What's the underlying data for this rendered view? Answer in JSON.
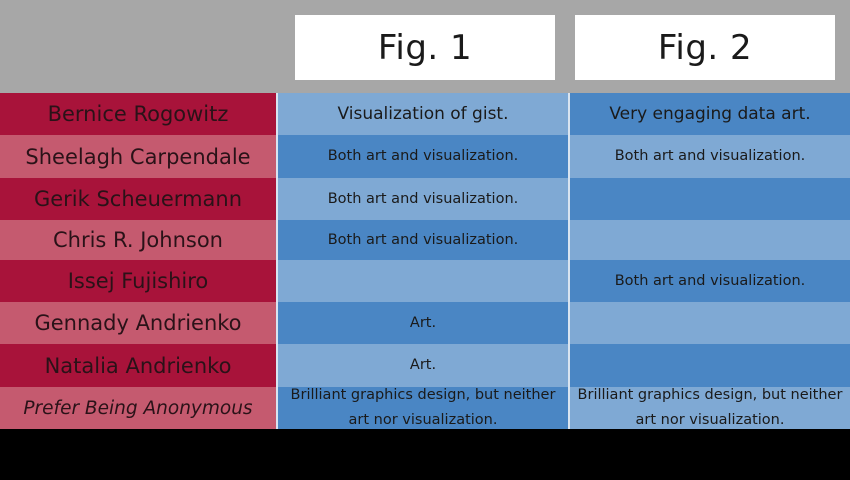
{
  "headers": {
    "fig1": "Fig. 1",
    "fig2": "Fig. 2"
  },
  "colors": {
    "header_bg": "#a7a7a7",
    "name_dark": "#a8133a",
    "name_light": "#c55a6f",
    "cell_light": "#7fa9d4",
    "cell_dark": "#4a86c4"
  },
  "rows": [
    {
      "name": "Bernice Rogowitz",
      "fig1": "Visualization of gist.",
      "fig2": "Very engaging data art."
    },
    {
      "name": "Sheelagh Carpendale",
      "fig1": "Both art and visualization.",
      "fig2": "Both art and visualization."
    },
    {
      "name": "Gerik Scheuermann",
      "fig1": "Both art and visualization.",
      "fig2": ""
    },
    {
      "name": "Chris R. Johnson",
      "fig1": "Both art and visualization.",
      "fig2": ""
    },
    {
      "name": "Issej Fujishiro",
      "fig1": "",
      "fig2": "Both art and visualization."
    },
    {
      "name": "Gennady Andrienko",
      "fig1": "Art.",
      "fig2": ""
    },
    {
      "name": "Natalia Andrienko",
      "fig1": "Art.",
      "fig2": ""
    },
    {
      "name": "Prefer Being Anonymous",
      "fig1": "Brilliant graphics design, but neither art nor visualization.",
      "fig2": "Brilliant graphics design, but neither art nor visualization."
    }
  ]
}
